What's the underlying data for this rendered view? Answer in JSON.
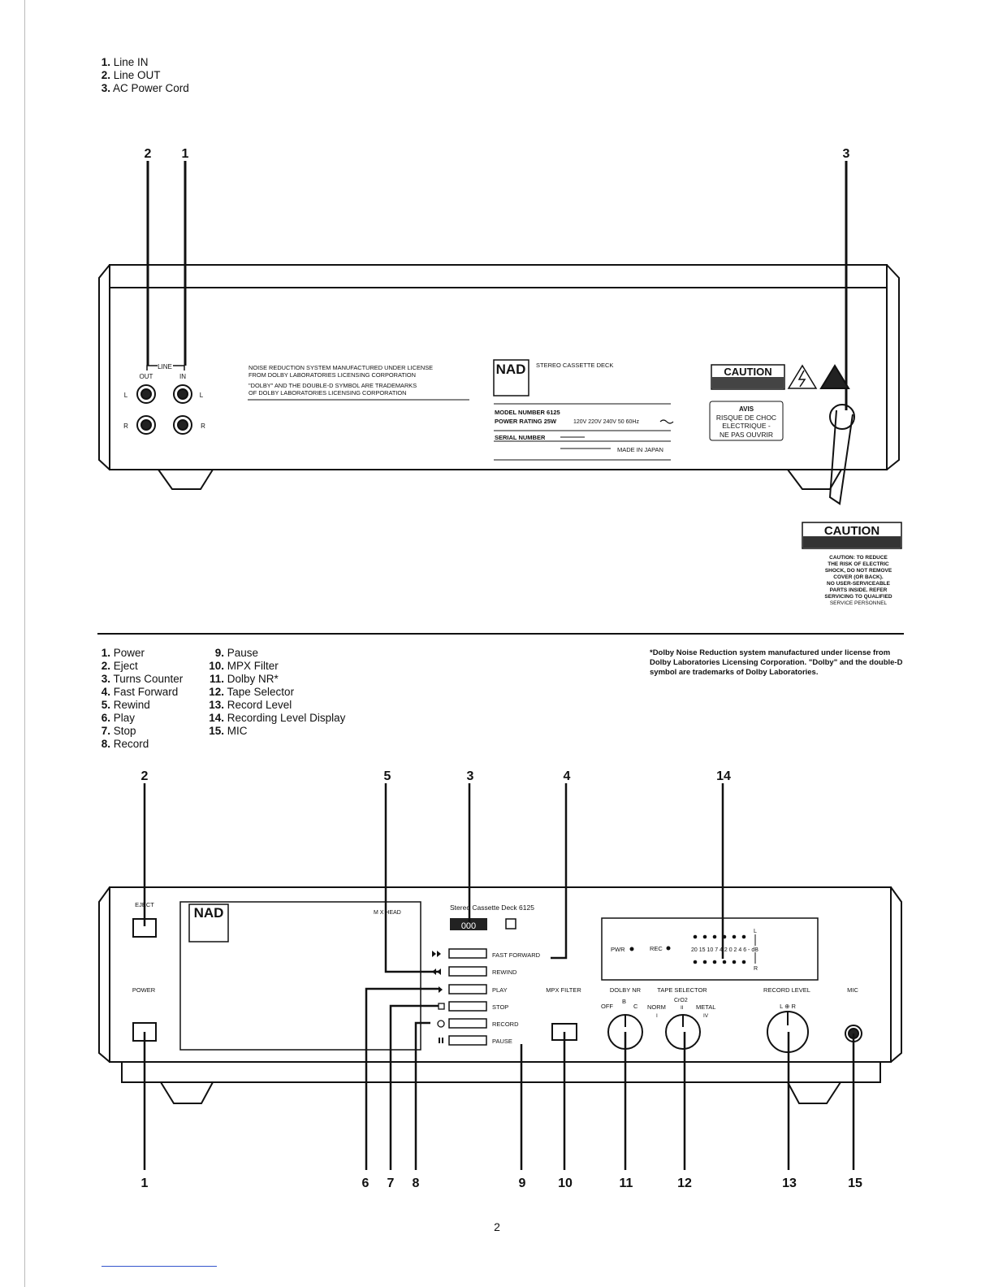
{
  "rear_legend": [
    {
      "num": "1.",
      "label": "Line IN"
    },
    {
      "num": "2.",
      "label": "Line OUT"
    },
    {
      "num": "3.",
      "label": "AC Power Cord"
    }
  ],
  "rear_callouts": {
    "c2": "2",
    "c1": "1",
    "c3": "3"
  },
  "rear_panel": {
    "line": "LINE",
    "out": "OUT",
    "in": "IN",
    "l": "L",
    "r": "R",
    "notice": [
      "NOISE REDUCTION SYSTEM MANUFACTURED UNDER LICENSE",
      "FROM DOLBY LABORATORIES LICENSING CORPORATION",
      "\"DOLBY\" AND THE DOUBLE-D SYMBOL ARE TRADEMARKS",
      "OF DOLBY LABORATORIES LICENSING CORPORATION"
    ],
    "brand": "NAD",
    "product": "STEREO CASSETTE DECK",
    "model_label": "MODEL NUMBER 6125",
    "power_label": "POWER RATING 25W",
    "power_values": "120V 220V 240V 50 60Hz",
    "serial_label": "SERIAL NUMBER",
    "made_in": "MADE IN JAPAN",
    "caution": "CAUTION",
    "avis": [
      "AVIS",
      "RISQUE DE CHOC",
      "ELECTRIQUE -",
      "NE PAS OUVRIR"
    ]
  },
  "caution_label": {
    "title": "CAUTION",
    "lines": [
      "CAUTION: TO REDUCE",
      "THE RISK OF ELECTRIC",
      "SHOCK, DO NOT REMOVE",
      "COVER (OR BACK).",
      "NO USER-SERVICEABLE",
      "PARTS INSIDE. REFER",
      "SERVICING TO QUALIFIED",
      "SERVICE PERSONNEL"
    ]
  },
  "front_legend_col1": [
    {
      "num": "1.",
      "label": "Power"
    },
    {
      "num": "2.",
      "label": "Eject"
    },
    {
      "num": "3.",
      "label": "Turns Counter"
    },
    {
      "num": "4.",
      "label": "Fast Forward"
    },
    {
      "num": "5.",
      "label": "Rewind"
    },
    {
      "num": "6.",
      "label": "Play"
    },
    {
      "num": "7.",
      "label": "Stop"
    },
    {
      "num": "8.",
      "label": "Record"
    }
  ],
  "front_legend_col2": [
    {
      "num": "9.",
      "label": "Pause"
    },
    {
      "num": "10.",
      "label": "MPX Filter"
    },
    {
      "num": "11.",
      "label": "Dolby NR*"
    },
    {
      "num": "12.",
      "label": "Tape Selector"
    },
    {
      "num": "13.",
      "label": "Record Level"
    },
    {
      "num": "14.",
      "label": "Recording Level Display"
    },
    {
      "num": "15.",
      "label": "MIC"
    }
  ],
  "footnote": "*Dolby Noise Reduction system manufactured under license from Dolby Laboratories Licensing Corporation. \"Dolby\" and the double-D symbol are trademarks of Dolby Laboratories.",
  "front_callouts_top": {
    "c2": "2",
    "c5": "5",
    "c3": "3",
    "c4": "4",
    "c14": "14"
  },
  "front_callouts_bottom": {
    "c1": "1",
    "c6": "6",
    "c7": "7",
    "c8": "8",
    "c9": "9",
    "c10": "10",
    "c11": "11",
    "c12": "12",
    "c13": "13",
    "c15": "15"
  },
  "front_panel": {
    "eject": "EJECT",
    "power": "POWER",
    "brand": "NAD",
    "head": "M X HEAD",
    "model": "Stereo Cassette Deck 6125",
    "counter": "000",
    "fast_forward": "FAST FORWARD",
    "rewind": "REWIND",
    "play": "PLAY",
    "stop": "STOP",
    "record": "RECORD",
    "pause": "PAUSE",
    "mpx_filter": "MPX FILTER",
    "dolby_nr": "DOLBY NR",
    "tape_selector": "TAPE SELECTOR",
    "record_level": "RECORD LEVEL",
    "mic": "MIC",
    "off": "OFF",
    "b": "B",
    "c": "C",
    "norm": "NORM",
    "cro2": "CrO2",
    "metal": "METAL",
    "pos_i": "I",
    "pos_ii": "II",
    "pos_iv": "IV",
    "l_r": "L ⊕ R",
    "pwr": "PWR",
    "rec": "REC",
    "meter_scale": "20 15 10 7 4 2 0 2 4 6 - dB",
    "meter_l": "L",
    "meter_r": "R"
  },
  "page_number": "2"
}
